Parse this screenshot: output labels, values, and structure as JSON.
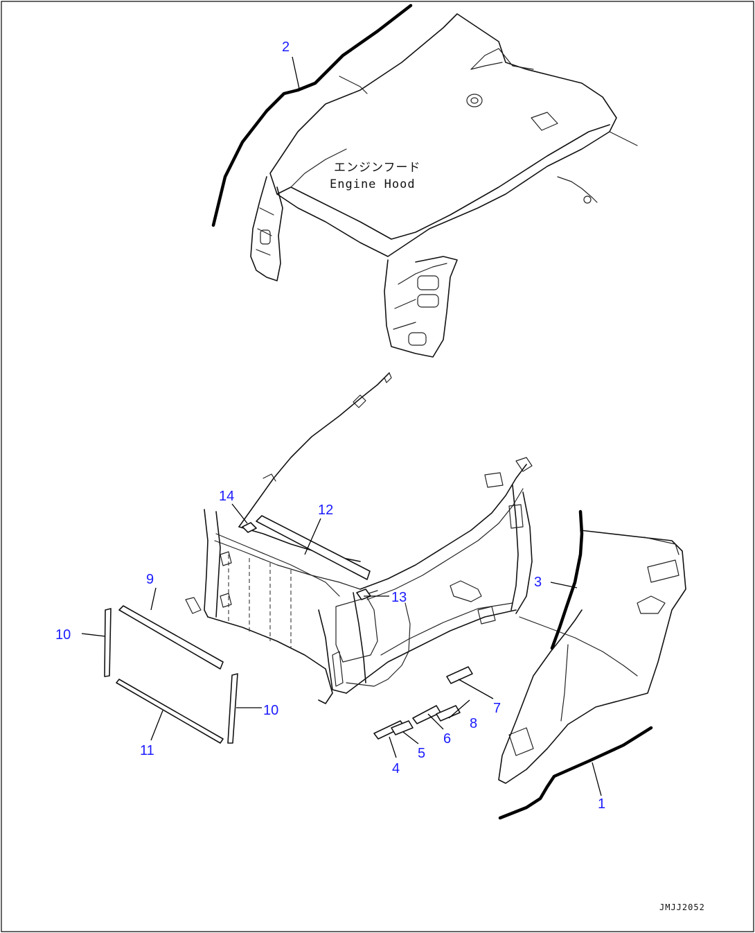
{
  "drawing": {
    "hood_label_jp": "エンジンフード",
    "hood_label_en": "Engine Hood",
    "drawing_code": "JMJJ2052"
  },
  "callouts": [
    {
      "id": "1",
      "label": "1"
    },
    {
      "id": "2",
      "label": "2"
    },
    {
      "id": "3",
      "label": "3"
    },
    {
      "id": "4",
      "label": "4"
    },
    {
      "id": "5",
      "label": "5"
    },
    {
      "id": "6",
      "label": "6"
    },
    {
      "id": "7",
      "label": "7"
    },
    {
      "id": "8",
      "label": "8"
    },
    {
      "id": "9",
      "label": "9"
    },
    {
      "id": "10a",
      "label": "10"
    },
    {
      "id": "10b",
      "label": "10"
    },
    {
      "id": "11",
      "label": "11"
    },
    {
      "id": "12",
      "label": "12"
    },
    {
      "id": "13",
      "label": "13"
    },
    {
      "id": "14",
      "label": "14"
    }
  ],
  "colors": {
    "callout_text": "#1a1aff",
    "line_art": "#111111",
    "background": "#ffffff"
  }
}
